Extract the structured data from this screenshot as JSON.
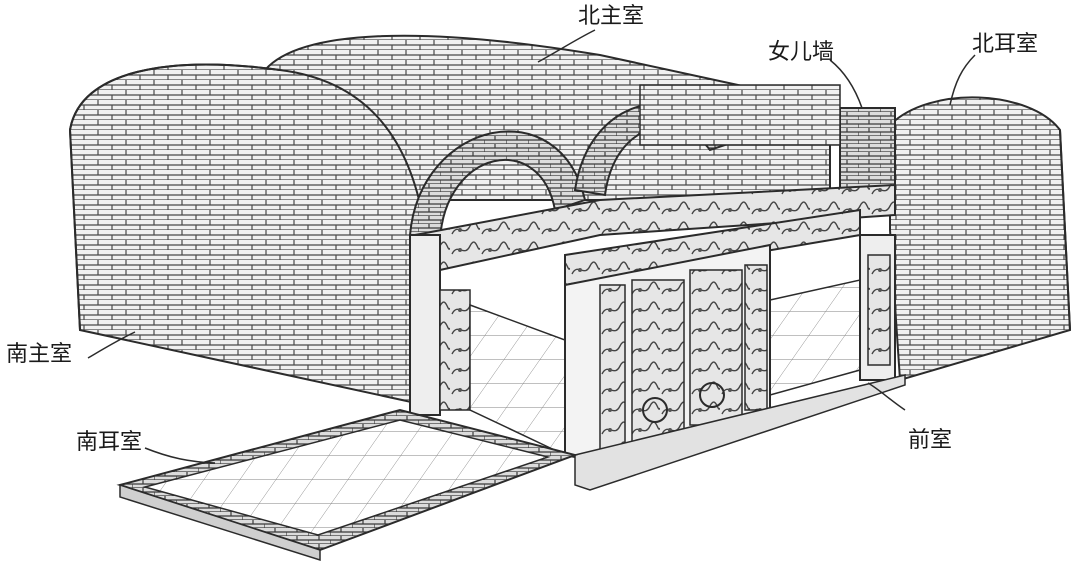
{
  "labels": {
    "north_main_chamber": "北主室",
    "parapet_wall": "女儿墙",
    "north_side_chamber": "北耳室",
    "south_main_chamber": "南主室",
    "south_side_chamber": "南耳室",
    "front_chamber": "前室"
  },
  "colors": {
    "ink": "#2b2b2b",
    "paper": "#ffffff",
    "brick_fill": "#f1f1f1",
    "shade": "#d6d6d6"
  }
}
